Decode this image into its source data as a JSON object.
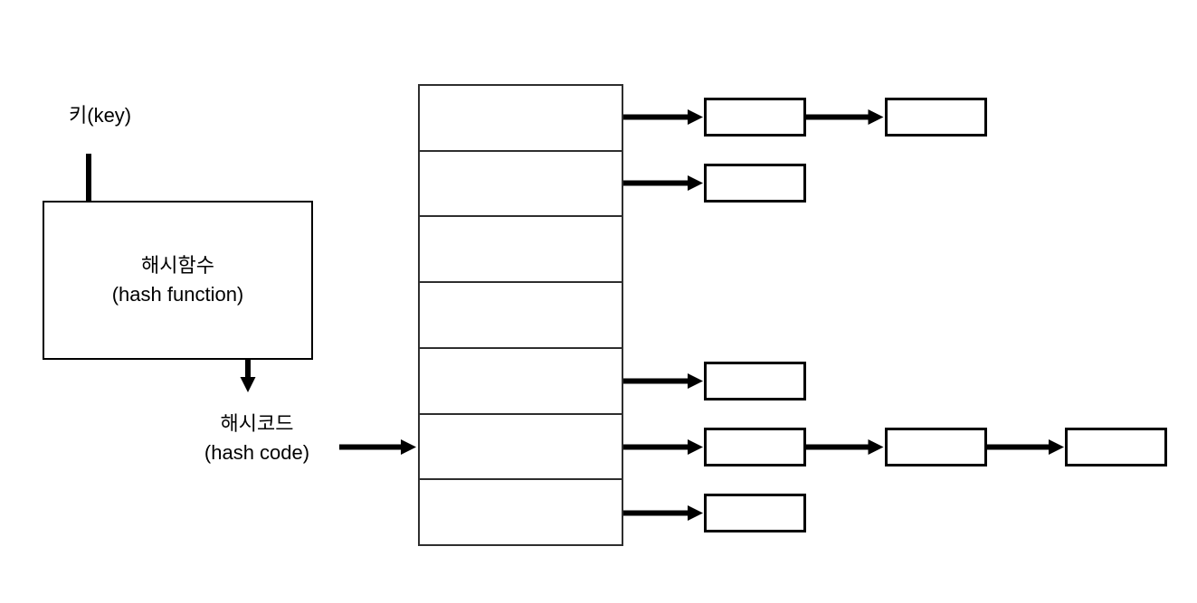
{
  "diagram": {
    "type": "hash-table-separate-chaining",
    "labels": {
      "key": "키(key)",
      "hash_function_line1": "해시함수",
      "hash_function_line2": "(hash function)",
      "hash_code_line1": "해시코드",
      "hash_code_line2": "(hash code)"
    },
    "colors": {
      "background": "#ffffff",
      "line": "#000000",
      "table_border": "#2e2e2e",
      "node_border": "#000000"
    },
    "hash_table": {
      "bucket_count": 7,
      "buckets": [
        {
          "index": 0,
          "chain_length": 2
        },
        {
          "index": 1,
          "chain_length": 1
        },
        {
          "index": 2,
          "chain_length": 0
        },
        {
          "index": 3,
          "chain_length": 0
        },
        {
          "index": 4,
          "chain_length": 1
        },
        {
          "index": 5,
          "chain_length": 3
        },
        {
          "index": 6,
          "chain_length": 1
        }
      ],
      "hash_code_arrow_target_bucket": 5
    }
  }
}
